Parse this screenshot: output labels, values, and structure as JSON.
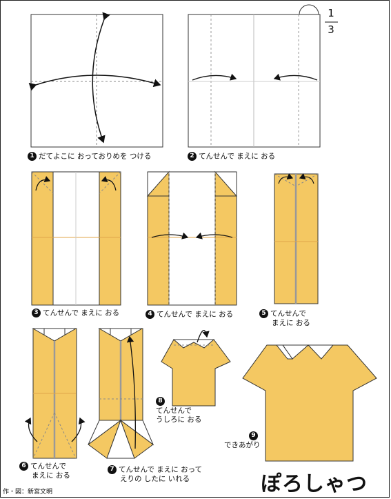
{
  "page": {
    "num": "1",
    "den": "3"
  },
  "colors": {
    "paper": "#F4C862",
    "line": "#333333",
    "fold": "#999999"
  },
  "steps": [
    {
      "n": "1",
      "text": "だてよこに おっておりめを つける"
    },
    {
      "n": "2",
      "text": "てんせんで まえに おる"
    },
    {
      "n": "3",
      "text": "てんせんで まえに おる"
    },
    {
      "n": "4",
      "text": "てんせんで まえに おる"
    },
    {
      "n": "5",
      "line1": "てんせんで",
      "line2": "まえに おる"
    },
    {
      "n": "6",
      "line1": "てんせんで",
      "line2": "まえに おる"
    },
    {
      "n": "7",
      "line1": "てんせんで まえに おって",
      "line2": "えりの したに いれる"
    },
    {
      "n": "8",
      "line1": "てんせんで",
      "line2": "うしろに おる"
    },
    {
      "n": "9",
      "text": "できあがり"
    }
  ],
  "title": "ぽろしゃつ",
  "credit": "作・図：新宮文明"
}
